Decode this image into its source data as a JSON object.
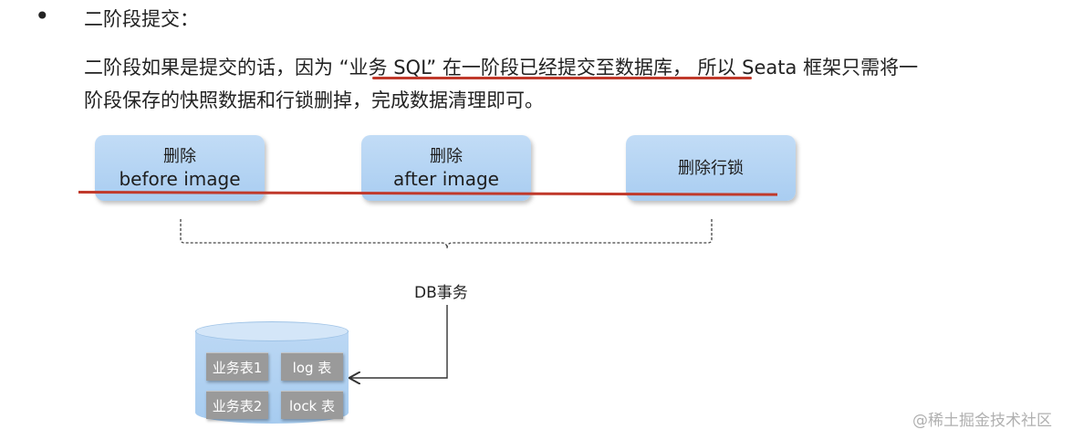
{
  "section": {
    "bullet": "•",
    "heading": "二阶段提交："
  },
  "paragraph": {
    "line1": "二阶段如果是提交的话，因为 “业务 SQL” 在一阶段已经提交至数据库， 所以 Seata 框架只需将一",
    "line2": "阶段保存的快照数据和行锁删掉，完成数据清理即可。"
  },
  "diagram": {
    "boxes": [
      {
        "line1": "删除",
        "line2": "before image"
      },
      {
        "line1": "删除",
        "line2": "after image"
      },
      {
        "line1": "删除行锁"
      }
    ],
    "db_transaction_label": "DB事务",
    "database": {
      "tables": [
        "业务表1",
        "log 表",
        "业务表2",
        "lock 表"
      ]
    },
    "colors": {
      "box_fill": "#aecff2",
      "annotation_red": "#c0392b",
      "table_chip": "#9a9a9a"
    }
  },
  "watermark": "@稀土掘金技术社区"
}
